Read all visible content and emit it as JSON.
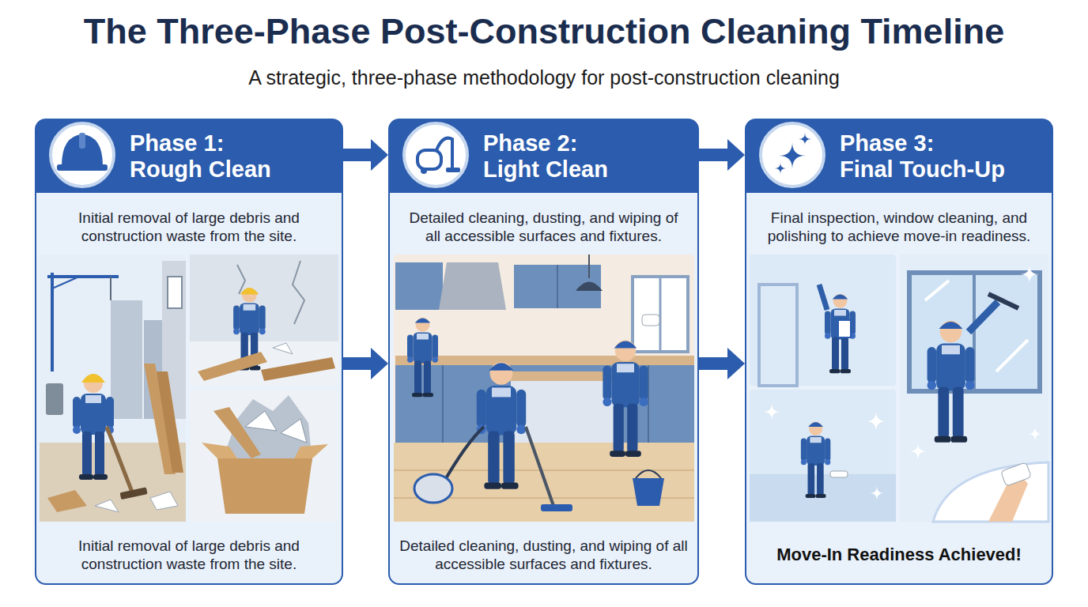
{
  "diagram": {
    "title": "The Three-Phase Post-Construction Cleaning Timeline",
    "nodes": [
      {
        "text": [
          "Phase 1: Rough Clean",
          "Initial removal of large debris and construction waste from the site.",
          "Initial removal of large debris and construction waste from the site."
        ]
      },
      {
        "text": [
          "Phase 2: Light Clean",
          "Detailed cleaning, dusting, and wiping of all accessible surfaces and fixtures.",
          "Detailed cleaning, dusting, and wiping of all accessible surfaces and fixtures."
        ]
      },
      {
        "text": [
          "Phase 3: Final Touch-Up",
          "Final inspection, window cleaning, and polishing to achieve move-in readiness.",
          "Move-In Readiness Achieved!"
        ]
      }
    ],
    "edges": [
      {
        "from": 0,
        "to": 1,
        "arrow": "to"
      },
      {
        "from": 0,
        "to": 1,
        "arrow": "to"
      },
      {
        "from": 1,
        "to": 2,
        "arrow": "to"
      },
      {
        "from": 1,
        "to": 2,
        "arrow": "to"
      }
    ],
    "labels": [
      "A strategic, three-phase methodology for post-construction cleaning"
    ]
  }
}
